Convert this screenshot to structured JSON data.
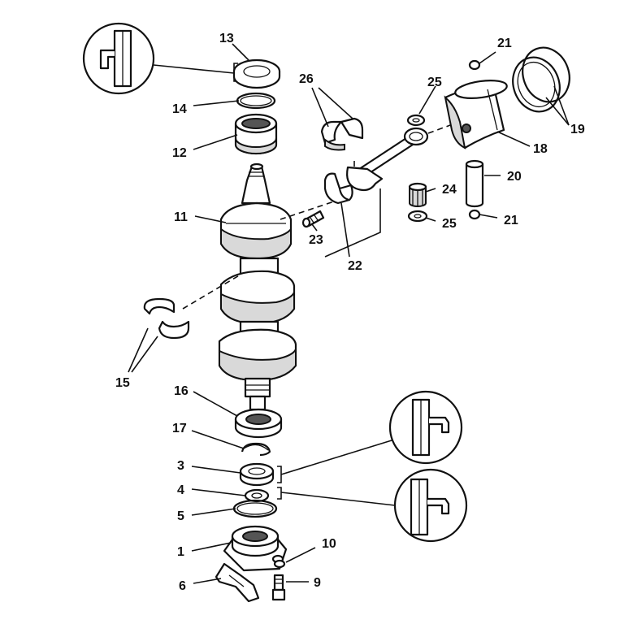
{
  "labels": {
    "p1": "1",
    "p3": "3",
    "p4": "4",
    "p5": "5",
    "p6": "6",
    "p9": "9",
    "p10": "10",
    "p11": "11",
    "p12": "12",
    "p13": "13",
    "p14": "14",
    "p15": "15",
    "p16": "16",
    "p17": "17",
    "p18": "18",
    "p19": "19",
    "p20": "20",
    "p21a": "21",
    "p21b": "21",
    "p22": "22",
    "p23": "23",
    "p24": "24",
    "p25a": "25",
    "p25b": "25",
    "p26": "26"
  }
}
